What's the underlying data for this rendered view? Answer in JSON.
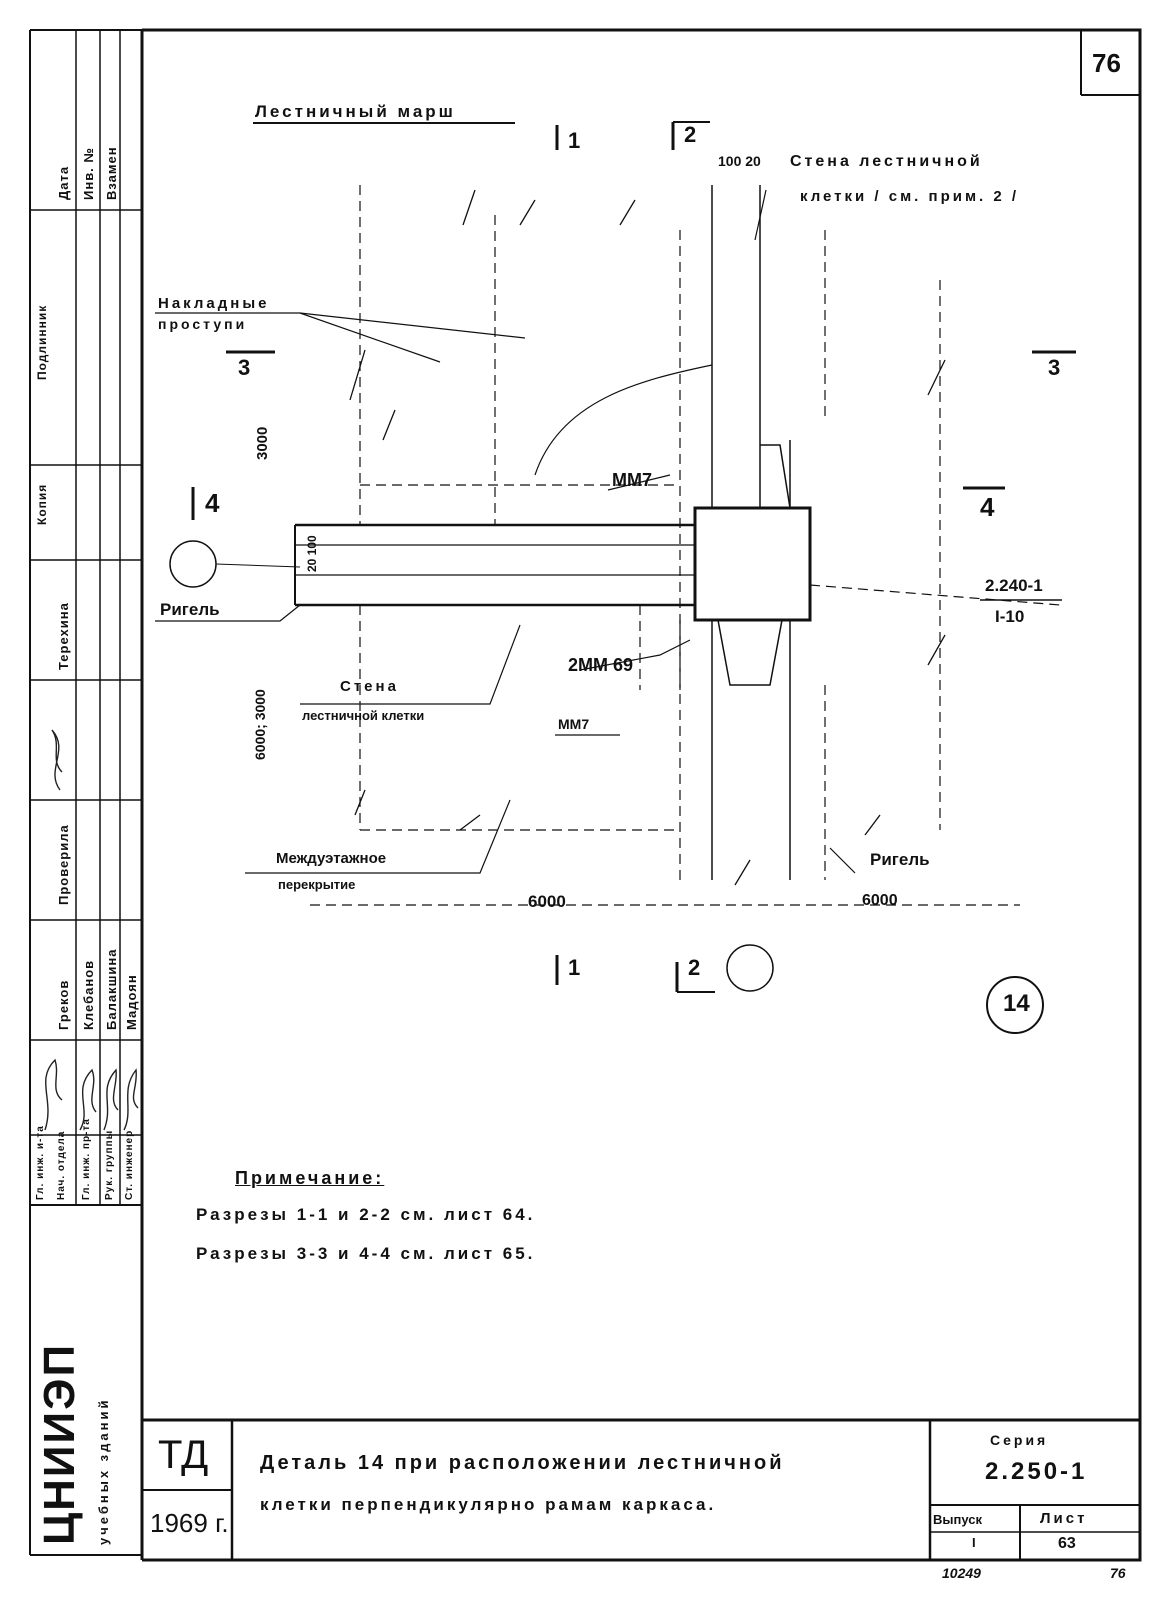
{
  "sheet_corner_number": "76",
  "drawing": {
    "label_stair_flight": "Лестничный марш",
    "label_wall_stairwell_top": "Стена лестничной",
    "label_wall_stairwell_top2": "клетки / см. прим. 2 /",
    "dim_100_20": "100 20",
    "label_overlay_treads_1": "Накладные",
    "label_overlay_treads_2": "проступи",
    "label_mm7_top": "ММ7",
    "label_rigel_left": "Ригель",
    "label_mm69": "2ММ 69",
    "label_wall_stairwell_mid_1": "Стена",
    "label_wall_stairwell_mid_2": "лестничной клетки",
    "label_mm7_bottom": "ММ7",
    "label_floor_slab_1": "Междуэтажное",
    "label_floor_slab_2": "перекрытие",
    "label_rigel_right": "Ригель",
    "ref_series_top": "2.240-1",
    "ref_series_bottom": "I-10",
    "dim_3000": "3000",
    "dim_6000_3000": "6000; 3000",
    "dim_20_100": "20 100",
    "dim_6000_left": "6000",
    "dim_6000_right": "6000",
    "section_1": "1",
    "section_2": "2",
    "section_3": "3",
    "section_4": "4",
    "detail_number": "14"
  },
  "note": {
    "title": "Примечание:",
    "line1": "Разрезы 1-1 и 2-2 см. лист 64.",
    "line2": "Разрезы 3-3 и 4-4 см. лист 65."
  },
  "left_stamp": {
    "top_labels": [
      "Дата",
      "Инв. №",
      "Взамен"
    ],
    "side_labels": [
      "Подлинник",
      "Копия"
    ],
    "role_titles": [
      "Гл. инж. и-та",
      "Нач. отдела",
      "Гл. инж. пр-та",
      "Рук. группы",
      "Ст. инженер"
    ],
    "names": [
      "Греков",
      "Клебанов",
      "Балакшина",
      "Мадоян"
    ],
    "checked_label": "Проверила",
    "checked_name": "Терехина",
    "org_name": "ЦНИИЭП",
    "org_sub": "учебных зданий"
  },
  "title_block": {
    "code": "ТД",
    "year": "1969 г.",
    "title_line1": "Деталь 14 при расположении лестничной",
    "title_line2": "клетки перпендикулярно рамам каркаса.",
    "series_label": "Серия",
    "series_value": "2.250-1",
    "issue_label": "Выпуск",
    "issue_value": "I",
    "sheet_label": "Лист",
    "sheet_value": "63"
  },
  "footer": {
    "archive_number": "10249",
    "page_number": "76"
  }
}
